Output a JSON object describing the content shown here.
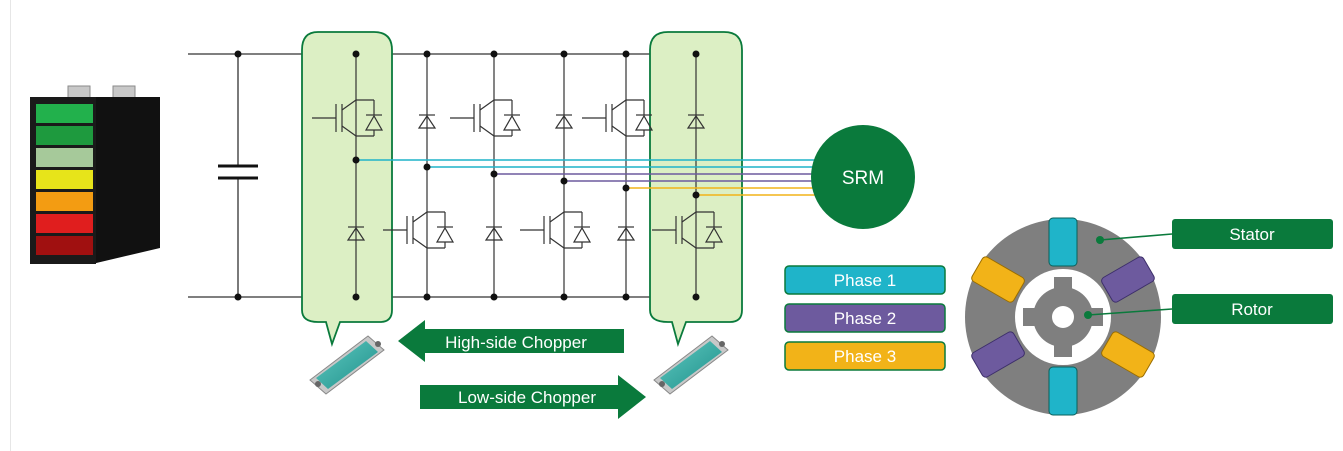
{
  "colors": {
    "green": "#0a7a3c",
    "light_green": "#d8ecc0",
    "cyan": "#1fb4c9",
    "purple": "#6d5a9e",
    "yellow": "#f2b318",
    "grey": "#808080"
  },
  "motor": {
    "label": "SRM"
  },
  "arrows": {
    "high_side": "High-side Chopper",
    "low_side": "Low-side Chopper"
  },
  "phases": [
    {
      "label": "Phase 1",
      "color": "#1fb4c9"
    },
    {
      "label": "Phase 2",
      "color": "#6d5a9e"
    },
    {
      "label": "Phase 3",
      "color": "#f2b318"
    }
  ],
  "srm_labels": {
    "stator": "Stator",
    "rotor": "Rotor"
  },
  "icons": [
    "battery-icon",
    "capacitor-icon",
    "igbt-icon",
    "diode-icon",
    "power-module-icon"
  ]
}
